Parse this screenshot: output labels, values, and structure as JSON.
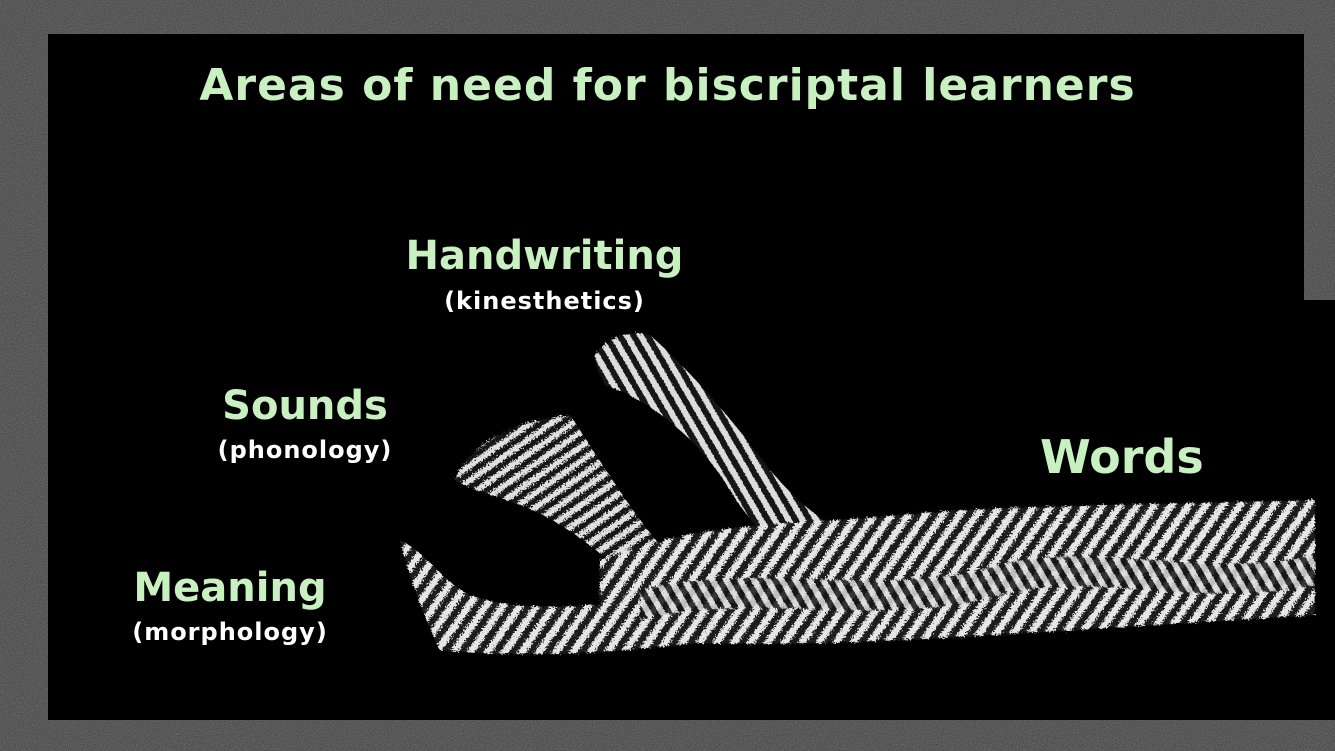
{
  "title": "Areas of need for biscriptal learners",
  "strands": [
    {
      "label": "Handwriting",
      "sublabel": "(kinesthetics)"
    },
    {
      "label": "Sounds",
      "sublabel": "(phonology)"
    },
    {
      "label": "Meaning",
      "sublabel": "(morphology)"
    }
  ],
  "result_label": "Words",
  "colors": {
    "label_green": "#c8f0c0",
    "sublabel_white": "#ffffff",
    "board": "#000000",
    "frame": "#303030",
    "rope": "#e8e8e8"
  }
}
